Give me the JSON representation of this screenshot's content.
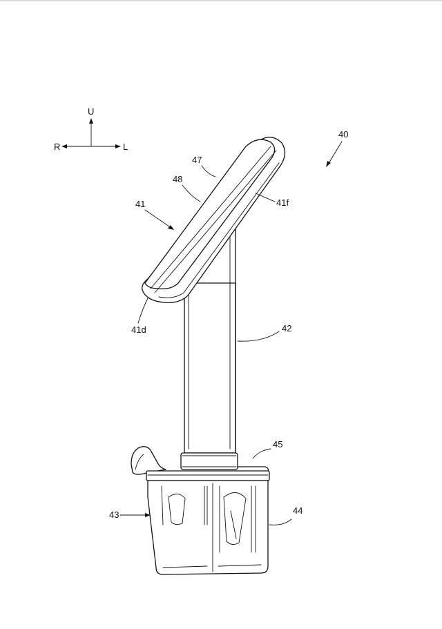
{
  "compass": {
    "up": "U",
    "right": "R",
    "left": "L"
  },
  "labels": {
    "assembly": "40",
    "part_41": "41",
    "part_41d": "41d",
    "part_41f": "41f",
    "part_42": "42",
    "part_43": "43",
    "part_44": "44",
    "part_45": "45",
    "part_47": "47",
    "part_48": "48"
  }
}
